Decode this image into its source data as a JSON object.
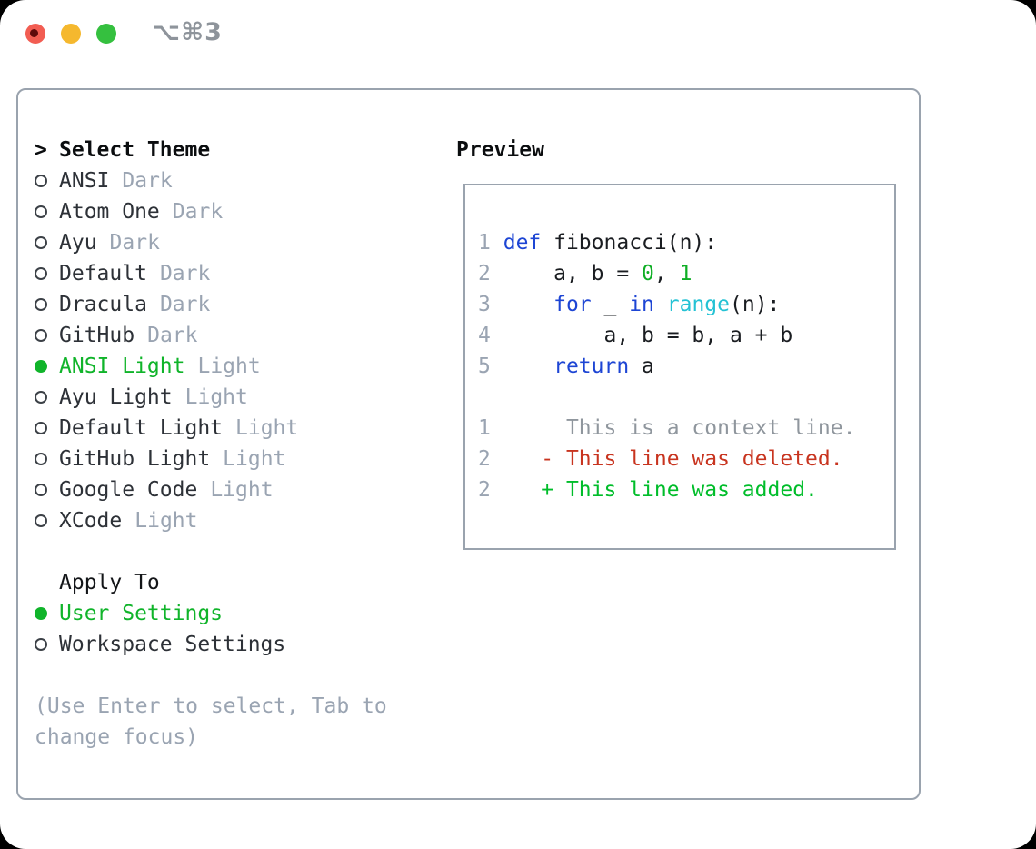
{
  "window": {
    "title": "⌥⌘3",
    "traffic_lights": [
      "close",
      "minimize",
      "zoom"
    ]
  },
  "selector": {
    "prompt": ">",
    "heading": "Select Theme",
    "themes": [
      {
        "name": "ANSI",
        "variant": "Dark",
        "selected": false
      },
      {
        "name": "Atom One",
        "variant": "Dark",
        "selected": false
      },
      {
        "name": "Ayu",
        "variant": "Dark",
        "selected": false
      },
      {
        "name": "Default",
        "variant": "Dark",
        "selected": false
      },
      {
        "name": "Dracula",
        "variant": "Dark",
        "selected": false
      },
      {
        "name": "GitHub",
        "variant": "Dark",
        "selected": false
      },
      {
        "name": "ANSI Light",
        "variant": "Light",
        "selected": true
      },
      {
        "name": "Ayu Light",
        "variant": "Light",
        "selected": false
      },
      {
        "name": "Default Light",
        "variant": "Light",
        "selected": false
      },
      {
        "name": "GitHub Light",
        "variant": "Light",
        "selected": false
      },
      {
        "name": "Google Code",
        "variant": "Light",
        "selected": false
      },
      {
        "name": "XCode",
        "variant": "Light",
        "selected": false
      }
    ]
  },
  "apply_to": {
    "heading": "Apply To",
    "options": [
      {
        "name": "User Settings",
        "selected": true
      },
      {
        "name": "Workspace Settings",
        "selected": false
      }
    ]
  },
  "hint": "(Use Enter to select, Tab to change focus)",
  "preview": {
    "heading": "Preview",
    "code_lines": [
      {
        "num": "1",
        "tokens": [
          {
            "t": " ",
            "c": "fg"
          },
          {
            "t": "def",
            "c": "kw"
          },
          {
            "t": " fibonacci(n):",
            "c": "fg"
          }
        ]
      },
      {
        "num": "2",
        "tokens": [
          {
            "t": "     a, b = ",
            "c": "fg"
          },
          {
            "t": "0",
            "c": "num"
          },
          {
            "t": ", ",
            "c": "fg"
          },
          {
            "t": "1",
            "c": "num"
          }
        ]
      },
      {
        "num": "3",
        "tokens": [
          {
            "t": "     ",
            "c": "fg"
          },
          {
            "t": "for",
            "c": "kw"
          },
          {
            "t": " _ ",
            "c": "fg"
          },
          {
            "t": "in",
            "c": "kw"
          },
          {
            "t": " ",
            "c": "fg"
          },
          {
            "t": "range",
            "c": "fn"
          },
          {
            "t": "(n):",
            "c": "fg"
          }
        ]
      },
      {
        "num": "4",
        "tokens": [
          {
            "t": "         a, b = b, a + b",
            "c": "fg"
          }
        ]
      },
      {
        "num": "5",
        "tokens": [
          {
            "t": "     ",
            "c": "fg"
          },
          {
            "t": "return",
            "c": "kw"
          },
          {
            "t": " a",
            "c": "fg"
          }
        ]
      }
    ],
    "diff_lines": [
      {
        "num": "1",
        "tokens": [
          {
            "t": "      This is a context line.",
            "c": "ctx"
          }
        ]
      },
      {
        "num": "2",
        "tokens": [
          {
            "t": "    ",
            "c": "fg"
          },
          {
            "t": "- This line was deleted.",
            "c": "del"
          }
        ]
      },
      {
        "num": "2",
        "tokens": [
          {
            "t": "    ",
            "c": "fg"
          },
          {
            "t": "+ This line was added.",
            "c": "add"
          }
        ]
      }
    ]
  },
  "colors": {
    "accent_green": "#10b42a",
    "keyword_blue": "#1d45d4",
    "function_cyan": "#24c2d4",
    "number_green": "#0fae25",
    "deleted_red": "#c8341f",
    "added_green": "#00bd2a",
    "muted_gray": "#9aa4b2",
    "border_gray": "#9aa3ae",
    "traffic_red": "#f25d52",
    "traffic_yellow": "#f5b82e",
    "traffic_green": "#35c03f"
  }
}
